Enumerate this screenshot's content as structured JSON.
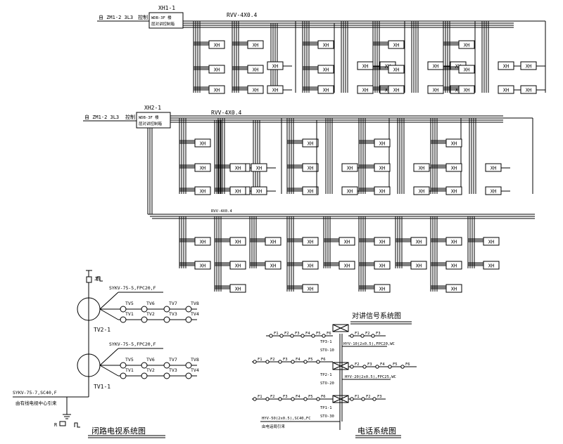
{
  "xh": {
    "panel1_id": "XH1-1",
    "panel1_box_line1": "WDB-3F  楼",
    "panel1_box_line2": "层对讲控制箱",
    "panel1_cable": "RVV-4X0.4",
    "panel1_feed": "自 ZM1-2 3L3",
    "panel1_feed_side": "控制",
    "panel2_id": "XH2-1",
    "panel2_box_line1": "WDB-3F  楼",
    "panel2_box_line2": "层对讲控制箱",
    "panel2_cable_upper": "RVV-4X0.4",
    "panel2_cable_lower": "RVV-4X0.4",
    "panel2_feed": "自 ZM1-2 3L3",
    "panel2_feed_side": "控制",
    "unit": "XH"
  },
  "tv": {
    "top_ground": "JS",
    "branch_cable": "SYKV-75-5,FPC20,F",
    "amp_upper": "TV2-1",
    "amp_lower": "TV1-1",
    "outlets_top": [
      "TV5",
      "TV6",
      "TV7",
      "TV8"
    ],
    "outlets_bottom": [
      "TV1",
      "TV2",
      "TV3",
      "TV4"
    ],
    "trunk_cable": "SYKV-75-7,SC40,F",
    "trunk_note": "由有线电视中心引来",
    "bottom_ground": "R",
    "title": "闭路电视系统图"
  },
  "intercom": {
    "title": "对讲信号系统图"
  },
  "phone": {
    "box_top_label": "TP3-1",
    "box_top_sub": "STO-10",
    "box_mid_label": "TP2-1",
    "box_mid_sub": "STO-20",
    "box_bottom_label": "TP1-1",
    "box_bottom_sub": "STO-30",
    "cable_top": "HYV-10(2x0.5),FPC20,WC",
    "cable_mid": "HYV-20(2x0.5),FPC25,WC",
    "incoming_cable": "HYV-50(2x0.5),SC40,FC",
    "incoming_note": "由电话局引来",
    "outlets": [
      "F1",
      "F2",
      "F3",
      "F4",
      "F5",
      "F6"
    ],
    "title": "电话系统图"
  }
}
